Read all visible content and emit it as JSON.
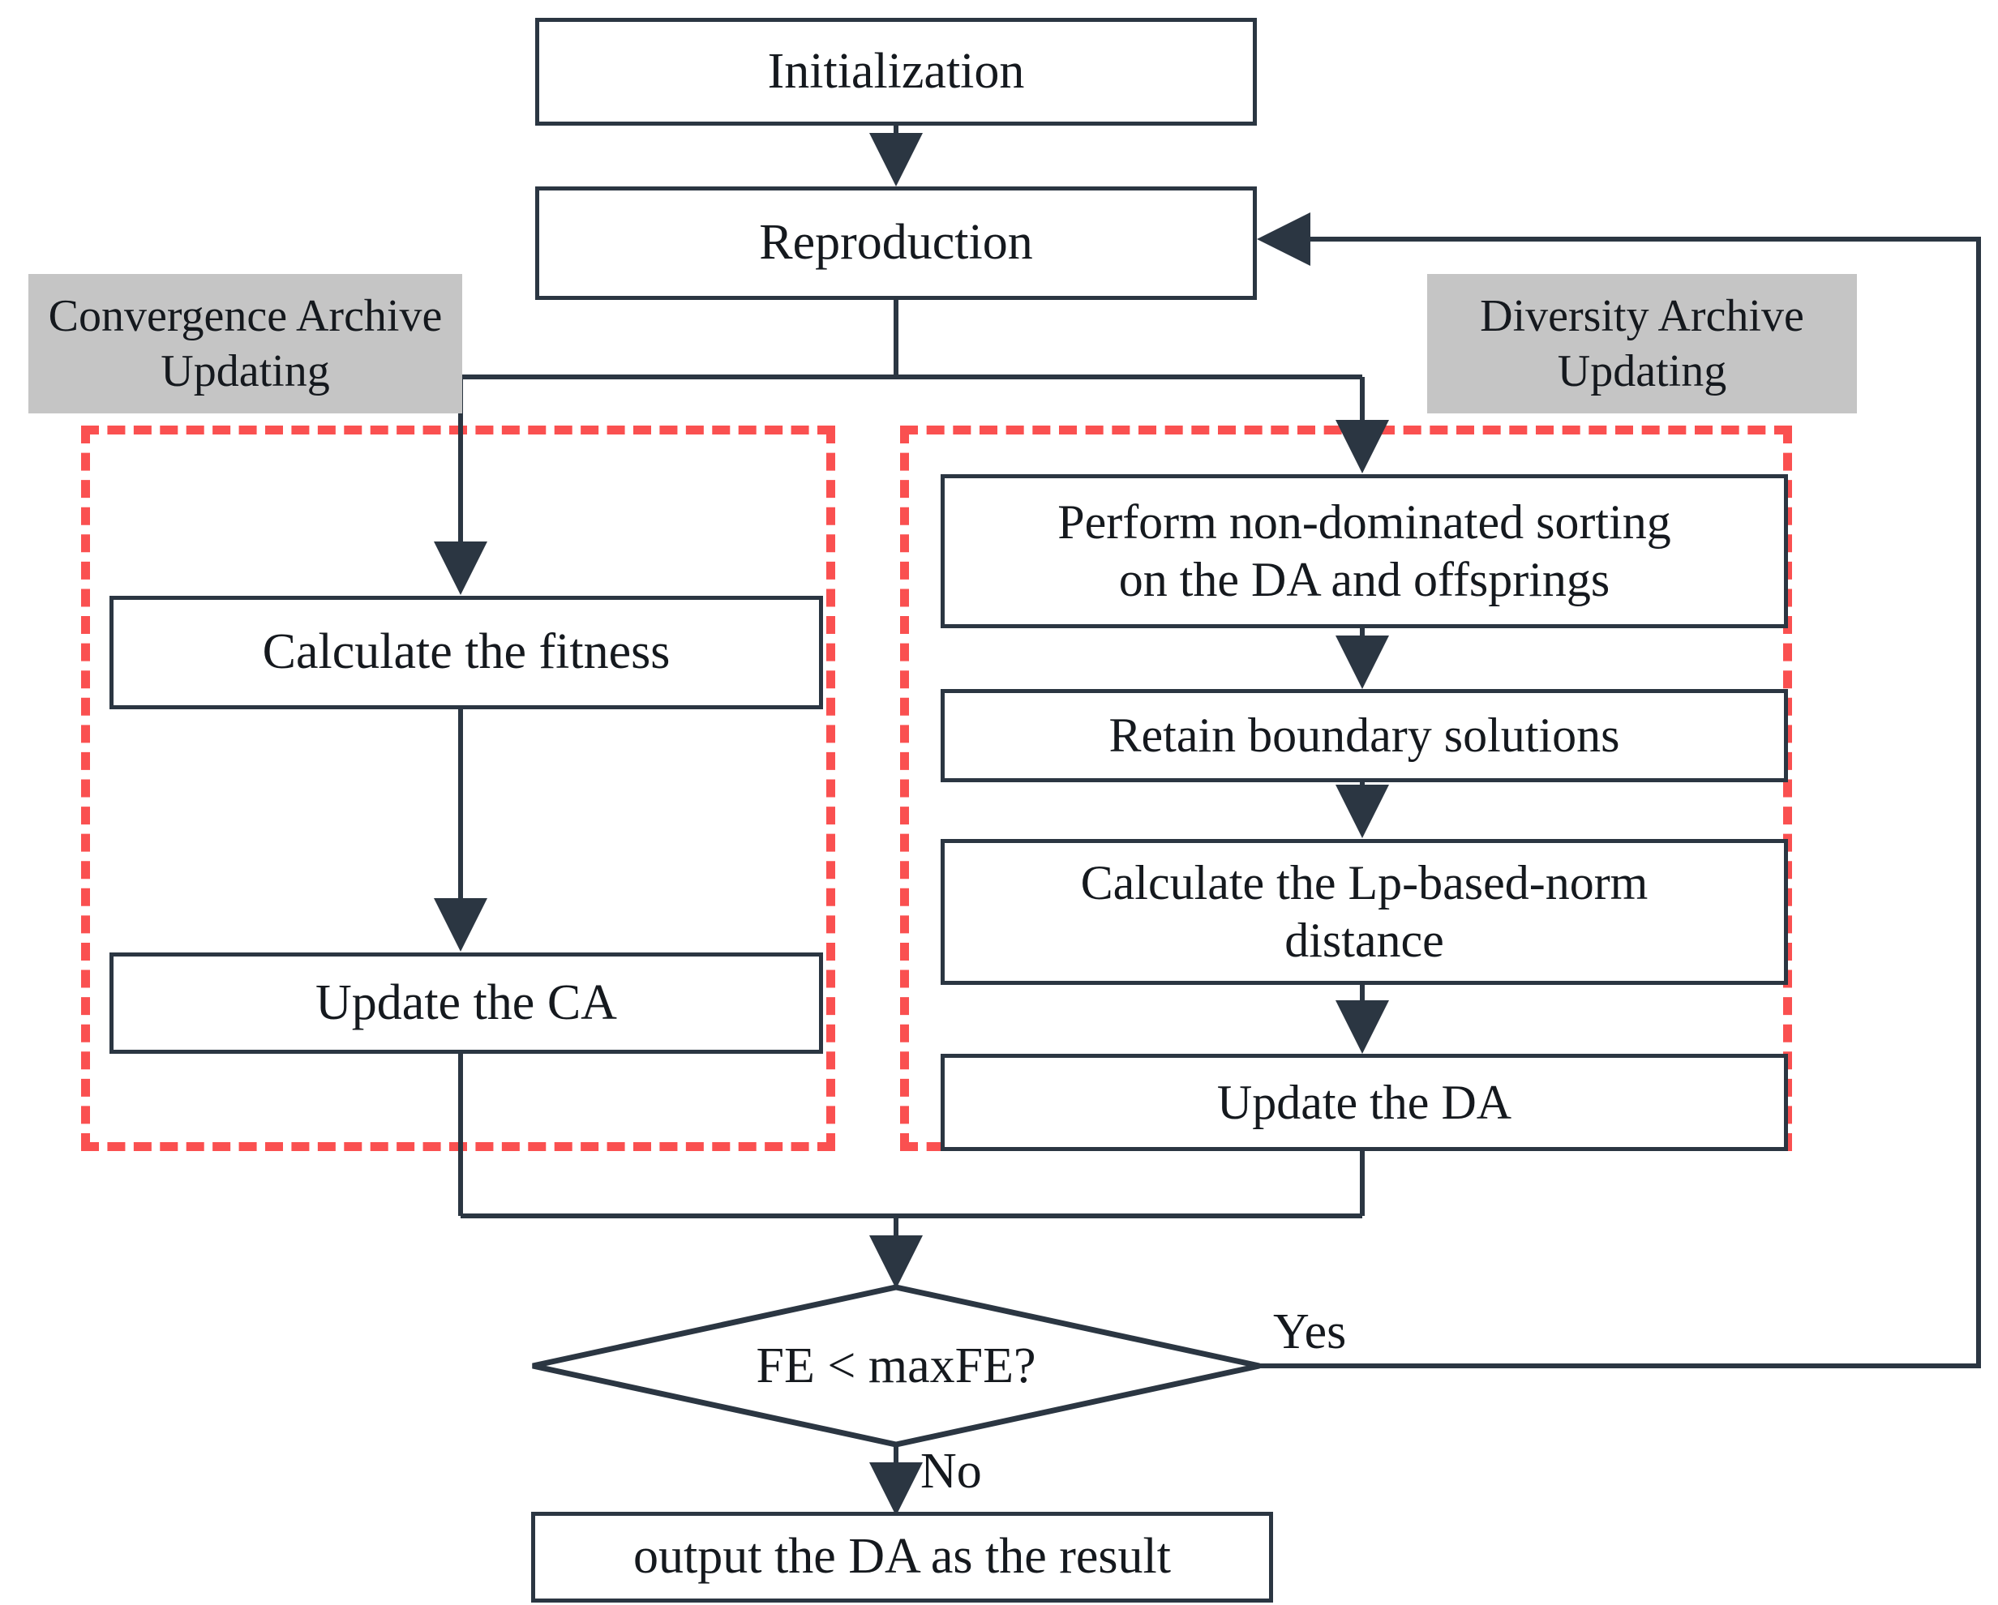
{
  "diagram": {
    "title": "Two-archive evolutionary algorithm flowchart",
    "colors": {
      "node_border": "#2b3642",
      "node_fill": "#ffffff",
      "group_dash": "#fa5050",
      "group_label_fill": "#c5c5c5",
      "text": "#15191e",
      "background": "#ffffff"
    },
    "nodes": {
      "initialization": "Initialization",
      "reproduction": "Reproduction",
      "calculate_fitness": "Calculate the fitness",
      "update_ca": "Update the CA",
      "nds_line1": "Perform non-dominated sorting",
      "nds_line2": "on the DA and offsprings",
      "retain_boundary": "Retain boundary solutions",
      "lp_norm_line1": "Calculate the Lp-based-norm",
      "lp_norm_line2": "distance",
      "update_da": "Update the DA",
      "output": "output the DA as the result"
    },
    "decision": {
      "condition": "FE < maxFE?",
      "yes_label": "Yes",
      "no_label": "No"
    },
    "groups": {
      "convergence_line1": "Convergence",
      "convergence_line2": "Archive Updating",
      "diversity_line1": "Diversity Archive",
      "diversity_line2": "Updating"
    }
  }
}
